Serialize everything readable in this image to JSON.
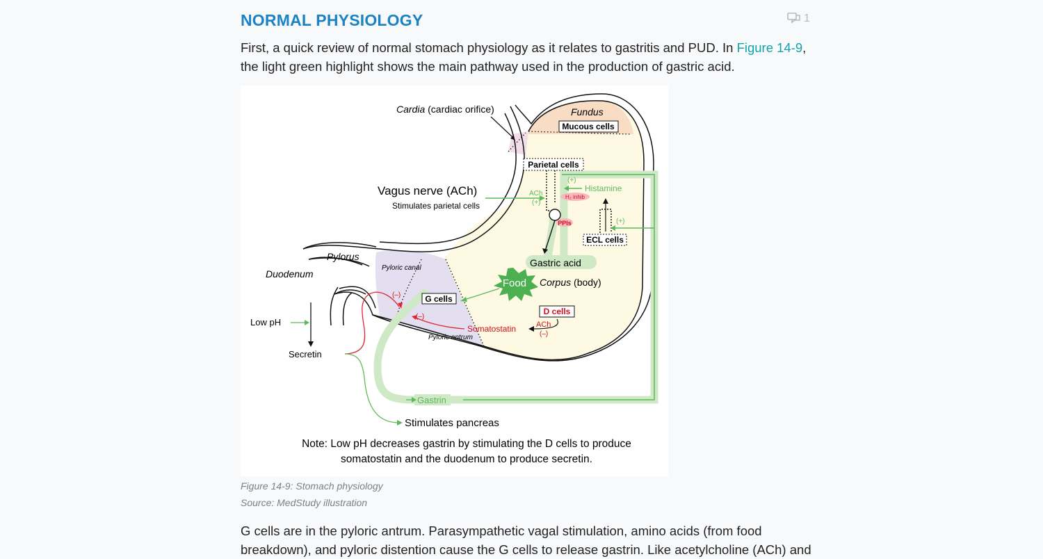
{
  "section": {
    "heading": "NORMAL PHYSIOLOGY",
    "comment_count": "1",
    "intro_before": "First, a quick review of normal stomach physiology as it relates to gastritis and PUD. In ",
    "figure_link": "Figure 14-9",
    "intro_after": ", the light green highlight shows the main pathway used in the production of gastric acid."
  },
  "figure": {
    "labels": {
      "cardia": "Cardia",
      "cardia_rest": " (cardiac orifice)",
      "fundus": "Fundus",
      "mucous": "Mucous cells",
      "parietal": "Parietal cells",
      "vagus": "Vagus nerve (ACh)",
      "vagus_sub": "Stimulates parietal cells",
      "ach1": "ACh",
      "plus1": "(+)",
      "plus2": "(+)",
      "plus3": "(+)",
      "histamine": "Histamine",
      "h2": "H₂ inhib",
      "ppis": "PPIs",
      "ecl": "ECL cells",
      "pylorus": "Pylorus",
      "pyloric_canal": "Pyloric canal",
      "duodenum": "Duodenum",
      "gastric_acid": "Gastric acid",
      "food": "Food",
      "corpus": "Corpus",
      "corpus_rest": " (body)",
      "gcells": "G cells",
      "minus1": "(–)",
      "minus2": "(–)",
      "minus3": "(–)",
      "dcells": "D cells",
      "ach2": "ACh",
      "somatostatin": "Somatostatin",
      "pyloric_antrum": "Pyloric antrum",
      "low_ph": "Low pH",
      "secretin": "Secretin",
      "gastrin": "Gastrin",
      "stim_pancreas": "Stimulates pancreas",
      "note1": "Note: Low pH decreases gastrin by stimulating the D cells to produce",
      "note2": "somatostatin and the duodenum to produce secretin."
    },
    "caption": "Figure 14-9: Stomach physiology",
    "source": "Source: MedStudy illustration",
    "colors": {
      "green": "#5cb85c",
      "light_green": "#cfe8c6",
      "red": "#e0262f",
      "fundus_fill": "#f8dcc4",
      "antrum_fill": "#e3def0",
      "body_fill": "#fdf9e3",
      "link": "#12a3a8",
      "heading": "#1a83c6"
    }
  },
  "body_text": "G cells are in the pyloric antrum. Parasympathetic vagal stimulation, amino acids (from food breakdown), and pyloric distention cause the G cells to release gastrin. Like acetylcholine (ACh) and"
}
